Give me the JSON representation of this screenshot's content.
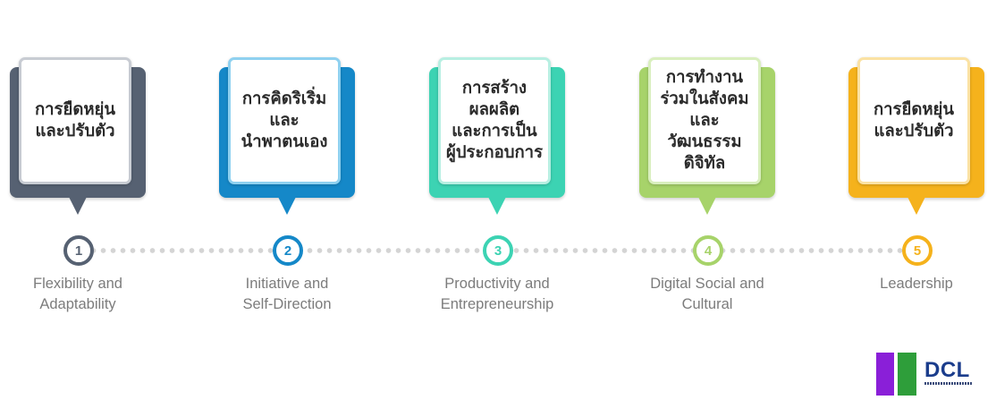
{
  "steps": [
    {
      "number": "1",
      "thai": "การยืดหยุ่น\nและปรับตัว",
      "english": "Flexibility and\nAdaptability",
      "color": "#566172"
    },
    {
      "number": "2",
      "thai": "การคิดริเริ่ม\nและ\nนำพาตนเอง",
      "english": "Initiative and\nSelf-Direction",
      "color": "#1588c8"
    },
    {
      "number": "3",
      "thai": "การสร้าง\nผลผลิต\nและการเป็น\nผู้ประกอบการ",
      "english": "Productivity and\nEntrepreneurship",
      "color": "#3cd3b3"
    },
    {
      "number": "4",
      "thai": "การทำงาน\nร่วมในสังคม\nและวัฒนธรรม\nดิจิทัล",
      "english": "Digital Social and\nCultural",
      "color": "#a7d36a"
    },
    {
      "number": "5",
      "thai": "การยืดหยุ่น\nและปรับตัว",
      "english": "Leadership",
      "color": "#f5b21c"
    }
  ],
  "logo": {
    "text": "DCL",
    "colors": [
      "#8a1fd8",
      "#2e9e3a",
      "#1b3d8c"
    ]
  }
}
